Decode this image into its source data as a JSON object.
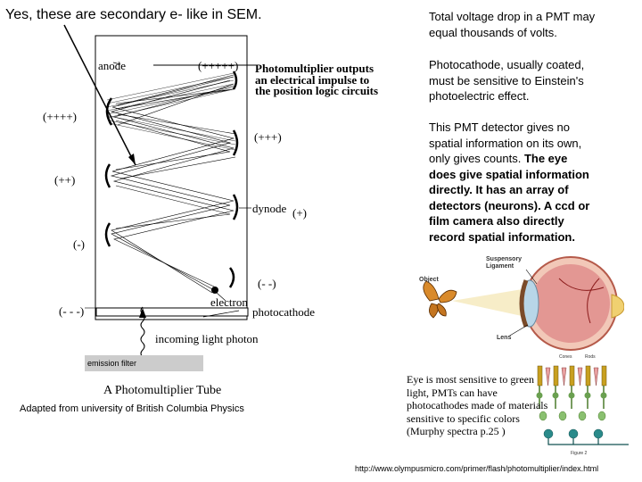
{
  "title": "Yes, these are secondary e- like in SEM.",
  "right_text": {
    "p1": [
      "Total voltage drop in a PMT may",
      "equal thousands of volts."
    ],
    "p2": [
      "Photocathode, usually coated,",
      "must be sensitive to Einstein's",
      "photoelectric effect."
    ],
    "p3_normal": [
      "This PMT detector gives no",
      "spatial information on its own,",
      "only gives counts. "
    ],
    "p3_bold": [
      "The eye",
      "does give spatial information",
      "directly.  It has an array of",
      "detectors (neurons).  A ccd or",
      "film camera also directly",
      "record spatial information."
    ]
  },
  "diagram": {
    "anode": "anode",
    "pmt_outputs": [
      "Photomultiplier outputs",
      "an electrical impulse to",
      "the position logic circuits"
    ],
    "dynode": "dynode",
    "electron": "electron",
    "photocathode": "photocathode",
    "incoming_light": "incoming light photon",
    "emission_filter": "emission filter",
    "caption": "A Photomultiplier Tube",
    "charges": [
      "(+++++)",
      "(++++)",
      "(+++)",
      "(++)",
      "(+)",
      "(-)",
      "(- -)",
      "(- - -)"
    ]
  },
  "credit": "Adapted from university of British Columbia Physics",
  "eye_figure": {
    "labels": [
      "Suspensory",
      "Ligament",
      "Object",
      "Lens"
    ]
  },
  "retina_figure": {
    "labels": [
      "Cones",
      "Rods",
      "Figure 2"
    ]
  },
  "eye_caption": [
    "Eye is most sensitive to green",
    "light, PMTs can have",
    "photocathodes made of materials",
    "sensitive to specific colors",
    "(Murphy spectra p.25 )"
  ],
  "url": "http://www.olympusmicro.com/primer/flash/photomultiplier/index.html"
}
